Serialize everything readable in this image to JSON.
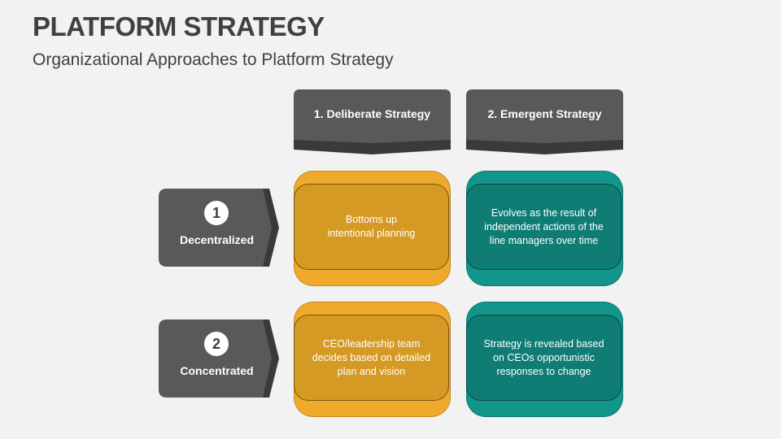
{
  "slide": {
    "title": "PLATFORM STRATEGY",
    "subtitle": "Organizational Approaches to Platform Strategy"
  },
  "columns": [
    {
      "label": "1. Deliberate Strategy",
      "color": "#efaa2b"
    },
    {
      "label": "2. Emergent Strategy",
      "color": "#12958a"
    }
  ],
  "rows": [
    {
      "number": "1",
      "label": "Decentralized"
    },
    {
      "number": "2",
      "label": "Concentrated"
    }
  ],
  "cells": [
    [
      "Bottoms up\nintentional planning",
      "Evolves as the result of\nindependent actions of the\nline managers over time"
    ],
    [
      "CEO/leadership team\ndecides based on detailed\nplan and vision",
      "Strategy is revealed based\non CEOs opportunistic\nresponses to change"
    ]
  ],
  "colors": {
    "header_dark": "#595959",
    "header_shadow": "#3a3a3a",
    "orange": "#efaa2b",
    "orange_inner": "#d59a24",
    "teal": "#12958a",
    "teal_inner": "#0f7d73",
    "background": "#f2f2f2",
    "text_dark": "#404040"
  }
}
